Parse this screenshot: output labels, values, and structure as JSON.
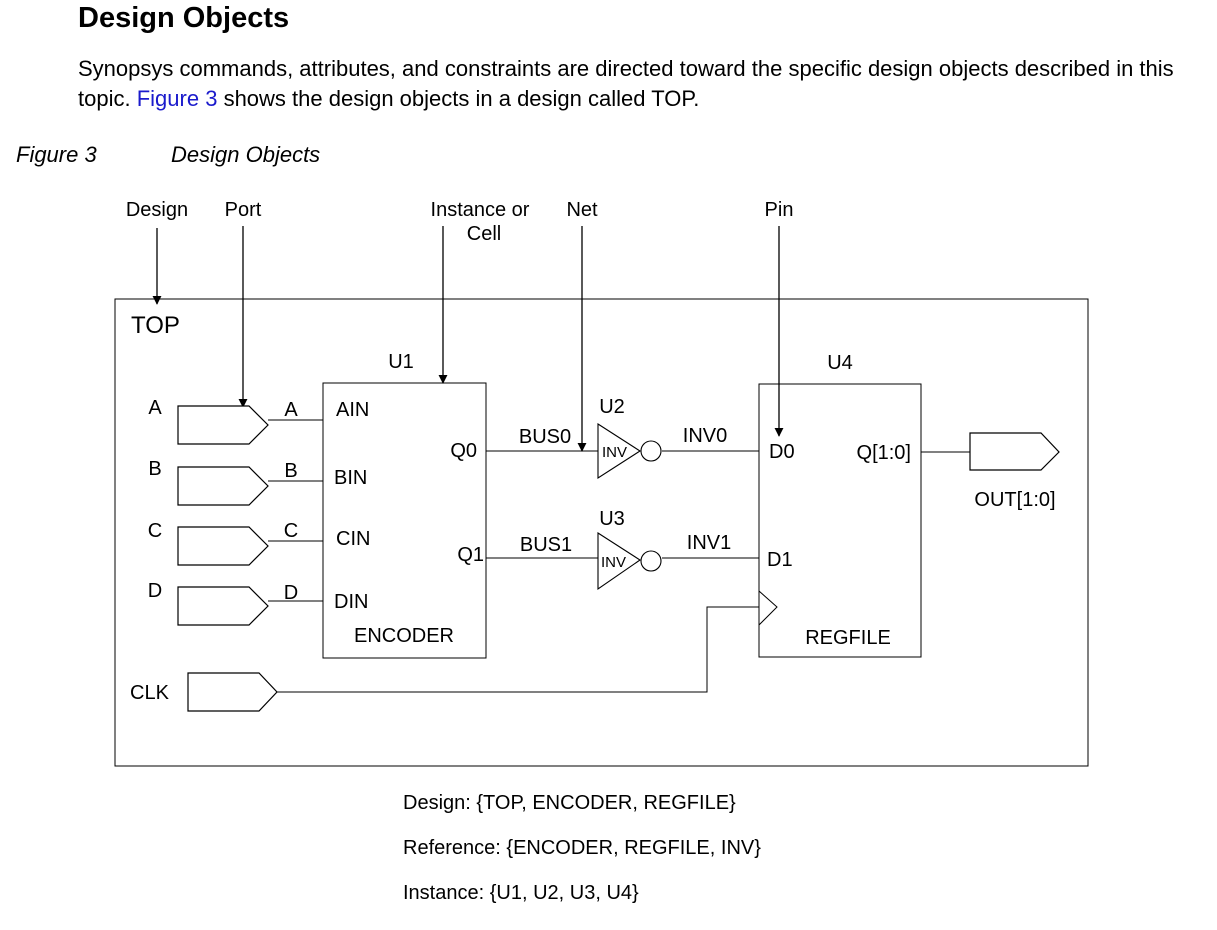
{
  "heading": "Design Objects",
  "intro": {
    "before": "Synopsys commands, attributes, and constraints are directed toward the specific design objects described in this topic.",
    "link": "Figure 3",
    "after": "shows the design objects in a design called TOP."
  },
  "figure": {
    "number": "Figure 3",
    "title": "Design Objects",
    "callouts": {
      "design": "Design",
      "port": "Port",
      "instance_line1": "Instance or",
      "instance_line2": "Cell",
      "net": "Net",
      "pin": "Pin"
    },
    "top_label": "TOP",
    "ports": {
      "a": "A",
      "b": "B",
      "c": "C",
      "d": "D",
      "clk": "CLK",
      "out": "OUT[1:0]"
    },
    "nets": {
      "a": "A",
      "b": "B",
      "c": "C",
      "d": "D",
      "bus0": "BUS0",
      "bus1": "BUS1",
      "inv0": "INV0",
      "inv1": "INV1"
    },
    "encoder": {
      "instance": "U1",
      "name": "ENCODER",
      "pins": {
        "ain": "AIN",
        "bin": "BIN",
        "cin": "CIN",
        "din": "DIN",
        "q0": "Q0",
        "q1": "Q1"
      }
    },
    "inverters": [
      {
        "instance": "U2",
        "label": "INV"
      },
      {
        "instance": "U3",
        "label": "INV"
      }
    ],
    "regfile": {
      "instance": "U4",
      "name": "REGFILE",
      "pins": {
        "d0": "D0",
        "d1": "D1",
        "q": "Q[1:0]"
      }
    }
  },
  "summary": {
    "design": "Design: {TOP, ENCODER, REGFILE}",
    "reference": "Reference: {ENCODER, REGFILE, INV}",
    "instance": "Instance: {U1, U2, U3, U4}"
  }
}
